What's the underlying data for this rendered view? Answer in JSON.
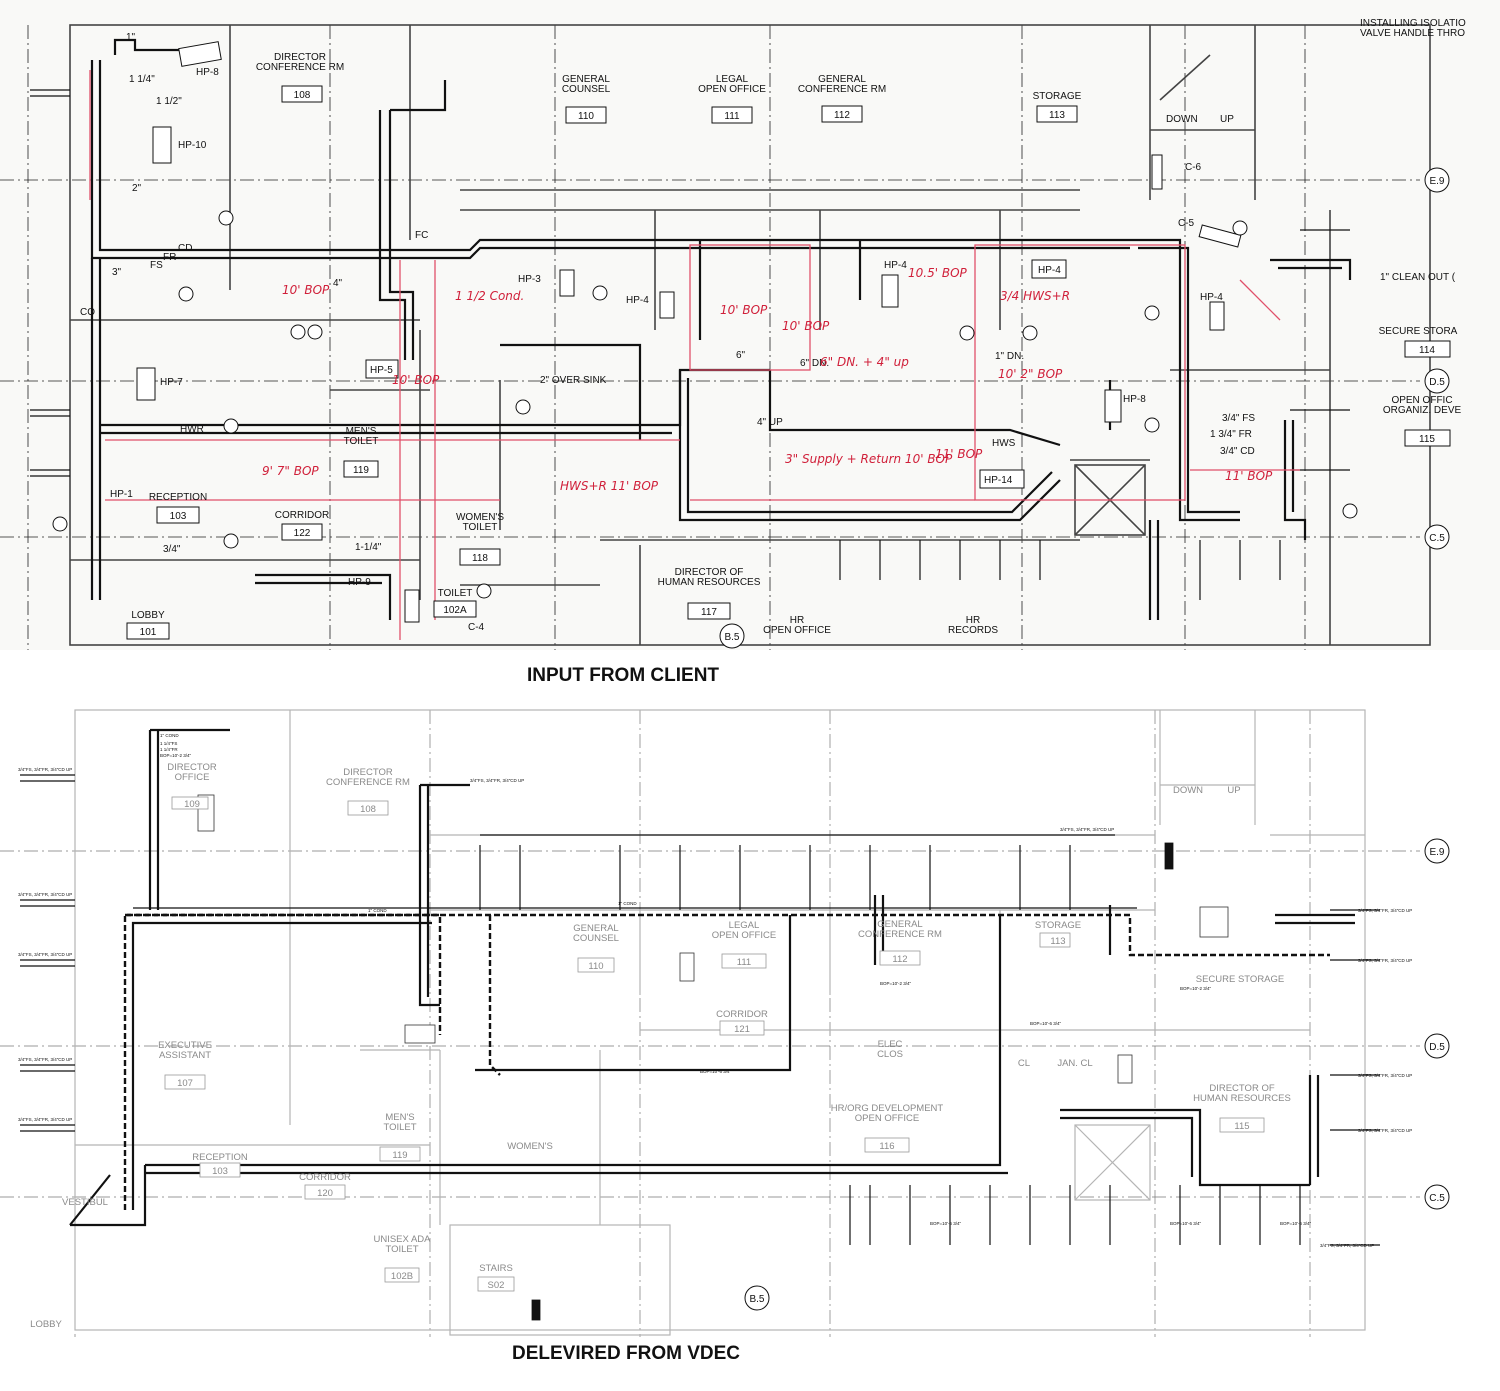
{
  "captions": {
    "top": "INPUT FROM CLIENT",
    "bottom": "DELEVIRED FROM VDEC"
  },
  "top_plan": {
    "rooms": [
      {
        "name": "DIRECTOR\nCONFERENCE RM",
        "number": "108"
      },
      {
        "name": "GENERAL\nCOUNSEL",
        "number": "110"
      },
      {
        "name": "LEGAL\nOPEN OFFICE",
        "number": "111"
      },
      {
        "name": "GENERAL\nCONFERENCE RM",
        "number": "112"
      },
      {
        "name": "STORAGE",
        "number": "113"
      },
      {
        "name": "SECURE STORA",
        "number": "114"
      },
      {
        "name": "OPEN OFFIC\nORGANIZ. DEVE",
        "number": "115"
      },
      {
        "name": "MEN'S\nTOILET",
        "number": "119"
      },
      {
        "name": "RECEPTION",
        "number": "103"
      },
      {
        "name": "CORRIDOR",
        "number": "122"
      },
      {
        "name": "WOMEN'S\nTOILET",
        "number": "118"
      },
      {
        "name": "TOILET",
        "number": "102A"
      },
      {
        "name": "LOBBY",
        "number": "101"
      },
      {
        "name": "DIRECTOR OF\nHUMAN RESOURCES",
        "number": "117"
      },
      {
        "name": "HR\nOPEN OFFICE",
        "number": ""
      },
      {
        "name": "HR\nRECORDS",
        "number": ""
      }
    ],
    "equipment": [
      "HP-8",
      "HP-10",
      "HP-7",
      "HP-5",
      "HP-1",
      "HP-9",
      "HP-3",
      "HP-4",
      "HP-4",
      "HP-4",
      "HP-4",
      "HP-8",
      "HP-14",
      "C-6",
      "C-5",
      "C-4"
    ],
    "grid_bubbles": [
      "E.9",
      "D.5",
      "C.5",
      "B.5"
    ],
    "notes": [
      "INSTALLING ISOLATIO\nVALVE HANDLE THRO",
      "1\" CLEAN OUT ("
    ],
    "pipe_labels": [
      "1\"",
      "1 1/4\"",
      "1 1/2\"",
      "2\"",
      "3\"",
      "4\"",
      "6\"",
      "3/4\"",
      "1-1/4\"",
      "2\" OVER SINK",
      "6\" DN.",
      "4\" UP",
      "1\" DN.",
      "CD",
      "FS",
      "FR",
      "FC",
      "HWS",
      "HWR",
      "CO",
      "DOWN",
      "UP",
      "3/4\" FS",
      "1 3/4\" FR",
      "3/4\" CD"
    ],
    "redlines": [
      "10' BOP",
      "10' BOP",
      "10.5' BOP",
      "3/4 HWS+R",
      "1 1/2 Cond.",
      "10' BOP",
      "10' 2\" BOP",
      "11' BOP",
      "9' 7\" BOP",
      "HWS+R 11' BOP",
      "3\" Supply + Return 10' BOP",
      "11' BOP",
      "10' BOP",
      "6\" DN. + 4\" up"
    ]
  },
  "bottom_plan": {
    "rooms": [
      {
        "name": "DIRECTOR\nOFFICE",
        "number": "109"
      },
      {
        "name": "DIRECTOR\nCONFERENCE RM",
        "number": "108"
      },
      {
        "name": "GENERAL\nCOUNSEL",
        "number": "110"
      },
      {
        "name": "LEGAL\nOPEN OFFICE",
        "number": "111"
      },
      {
        "name": "GENERAL\nCONFERENCE RM",
        "number": "112"
      },
      {
        "name": "STORAGE",
        "number": "113"
      },
      {
        "name": "SECURE STORAGE",
        "number": ""
      },
      {
        "name": "CORRIDOR",
        "number": "121"
      },
      {
        "name": "EXECUTIVE\nASSISTANT",
        "number": "107"
      },
      {
        "name": "HR/ORG DEVELOPMENT\nOPEN OFFICE",
        "number": "116"
      },
      {
        "name": "DIRECTOR OF\nHUMAN RESOURCES",
        "number": "115"
      },
      {
        "name": "MEN'S\nTOILET",
        "number": "119"
      },
      {
        "name": "RECEPTION",
        "number": "103"
      },
      {
        "name": "CORRIDOR",
        "number": "120"
      },
      {
        "name": "WOMEN'S",
        "number": ""
      },
      {
        "name": "UNISEX ADA\nTOILET",
        "number": "102B"
      },
      {
        "name": "STAIRS",
        "number": "S02"
      },
      {
        "name": "LOBBY",
        "number": ""
      },
      {
        "name": "ELEC\nCLOS",
        "number": ""
      },
      {
        "name": "CL",
        "number": ""
      },
      {
        "name": "JAN. CL",
        "number": ""
      },
      {
        "name": "VESTIBUL",
        "number": ""
      }
    ],
    "grid_bubbles": [
      "E.9",
      "D.5",
      "C.5",
      "B.5"
    ],
    "stair_labels": [
      "DOWN",
      "UP"
    ],
    "pipe_tags": [
      "3/4\"FS, 3/4\"FR, 3/4\"CD UP",
      "1\" COND",
      "1 1/4\"FS",
      "1 1/4\"FR",
      "BOP=10'-2 3/4\"",
      "BOP=10'-6 3/4\""
    ]
  },
  "colors": {
    "redline": "#d0203a",
    "ink": "#111111",
    "grey": "#8a8a8a"
  }
}
